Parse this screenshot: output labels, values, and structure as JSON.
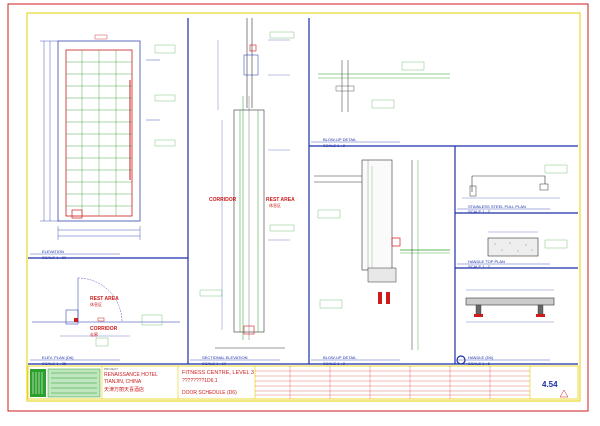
{
  "labels": {
    "corridor_plan": "CORRIDOR",
    "corridor_plan_cn": "走廊",
    "rest_area_plan": "REST AREA",
    "rest_area_plan_cn": "休息区",
    "corridor_section": "CORRIDOR",
    "rest_area_section": "REST AREA",
    "rest_area_section_cn": "休息区"
  },
  "titles": {
    "t1": "ELEVATION",
    "t2": "SCALE 1 : 20",
    "t3": "ELEV. PLAN (D6)",
    "t4": "SCALE 1 : 25",
    "t5": "SECTIONAL ELEVATION",
    "t6": "SCALE 1 : 10",
    "t7": "BLOW-UP DETAIL",
    "t8": "SCALE 1 : 2",
    "t9": "BLOW-UP DETAIL",
    "t10": "SCALE 1 : 2",
    "t11": "STAINLESS STEEL PULL PLAN",
    "t12": "SCALE 1 : 2",
    "t13": "HANDLE TOP PLAN",
    "t14": "SCALE 1 : 2",
    "t15": "HANDLE (D6)",
    "t16": "SCALE 1 : 5"
  },
  "title_block": {
    "project_label": "PROJECT",
    "hotel_name": "RENAISSANCE HOTEL",
    "city": "TIANJIN, CHINA",
    "hotel_name_cn": "天津万丽天喜酒店",
    "drawing_title": "FITNESS CENTRE, LEVEL 3",
    "job_no": "????????1D6.1",
    "schedule": "DOOR SCHEDULE (D6)",
    "sheet_no": "4.54"
  },
  "colors": {
    "frame_red": "#cc1c1c",
    "grid_blue": "#1a2ea8",
    "outline_yellow": "#e6d200",
    "line_green": "#2a9a2a",
    "logo_green": "#2ca02c"
  }
}
